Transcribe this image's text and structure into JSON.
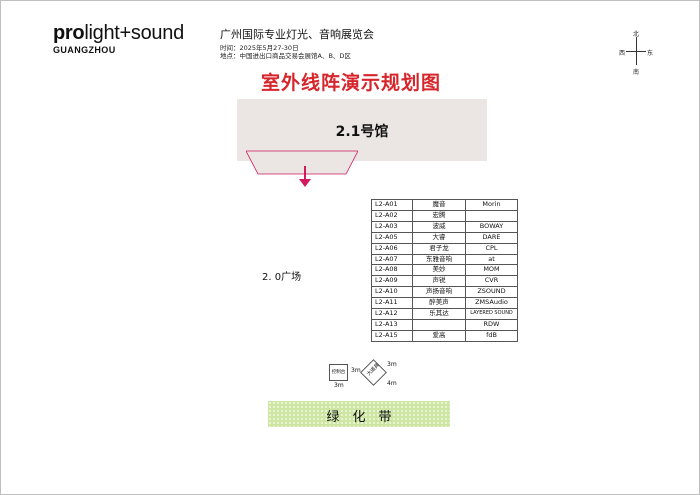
{
  "header": {
    "logo_part1": "pro",
    "logo_part2": "light+sound",
    "logo_city": "GUANGZHOU",
    "event_title": "广州国际专业灯光、音响展览会",
    "event_time": "时间：2025年5月27-30日",
    "event_venue": "地点：中国进出口商品交易会展馆A、B、D区"
  },
  "compass": {
    "north": "北",
    "south": "南",
    "east": "东",
    "west": "西"
  },
  "plan": {
    "title": "室外线阵演示规划图",
    "hall_label": "2.1号馆",
    "plaza_label": "2. 0广场",
    "green_belt_label": "绿化带"
  },
  "booths": [
    {
      "id": "L2-A01",
      "name": "魔音",
      "brand": "Morin"
    },
    {
      "id": "L2-A02",
      "name": "宏腾",
      "brand": ""
    },
    {
      "id": "L2-A03",
      "name": "波威",
      "brand": "BOWAY"
    },
    {
      "id": "L2-A05",
      "name": "大睿",
      "brand": "DARE"
    },
    {
      "id": "L2-A06",
      "name": "君子龙",
      "brand": "CPL"
    },
    {
      "id": "L2-A07",
      "name": "东雅音响",
      "brand": "at"
    },
    {
      "id": "L2-A08",
      "name": "美妙",
      "brand": "MOM"
    },
    {
      "id": "L2-A09",
      "name": "声锐",
      "brand": "CVR"
    },
    {
      "id": "L2-A10",
      "name": "声扬音响",
      "brand": "ZSOUND"
    },
    {
      "id": "L2-A11",
      "name": "醉美声",
      "brand": "ZMSAudio"
    },
    {
      "id": "L2-A12",
      "name": "乐其达",
      "brand": "LAYERED SOUND"
    },
    {
      "id": "L2-A13",
      "name": "",
      "brand": "RDW"
    },
    {
      "id": "L2-A15",
      "name": "爱高",
      "brand": "fdB"
    }
  ],
  "control_booth": {
    "label": "控制台",
    "width": "3m",
    "depth": "3m"
  },
  "stage": {
    "label": "大道具",
    "width": "3m",
    "depth": "4m"
  },
  "colors": {
    "title_red": "#d7262b",
    "hall_bg": "#ebe6e3",
    "arrow": "#d0195f",
    "green_belt": "#cde6a4"
  }
}
